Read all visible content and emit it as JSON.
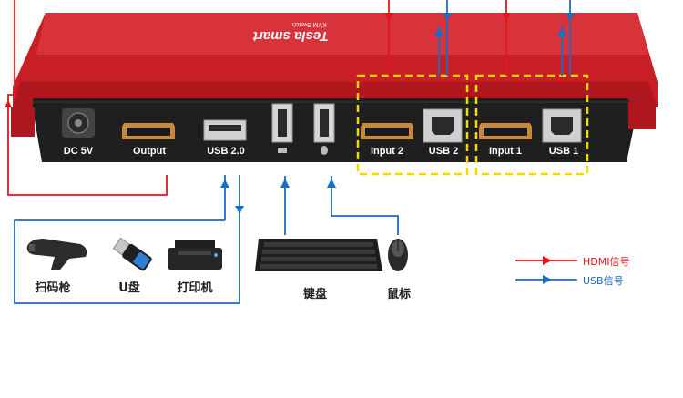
{
  "device": {
    "brand": "Tesla smart",
    "model": "KVM Switch",
    "body_color": "#d9262e",
    "panel_color": "#1f1f1f"
  },
  "ports": {
    "dc": "DC 5V",
    "output": "Output",
    "usb20": "USB 2.0",
    "input2": "Input 2",
    "usb2": "USB 2",
    "input1": "Input 1",
    "usb1": "USB 1"
  },
  "devices": {
    "scanner": "扫码枪",
    "udisk": "U盘",
    "printer": "打印机",
    "keyboard": "键盘",
    "mouse": "鼠标"
  },
  "legend": {
    "hdmi": {
      "label": "HDMI信号",
      "color": "#e8141c"
    },
    "usb": {
      "label": "USB信号",
      "color": "#1a6cc4"
    }
  },
  "highlight_color": "#f5d800"
}
